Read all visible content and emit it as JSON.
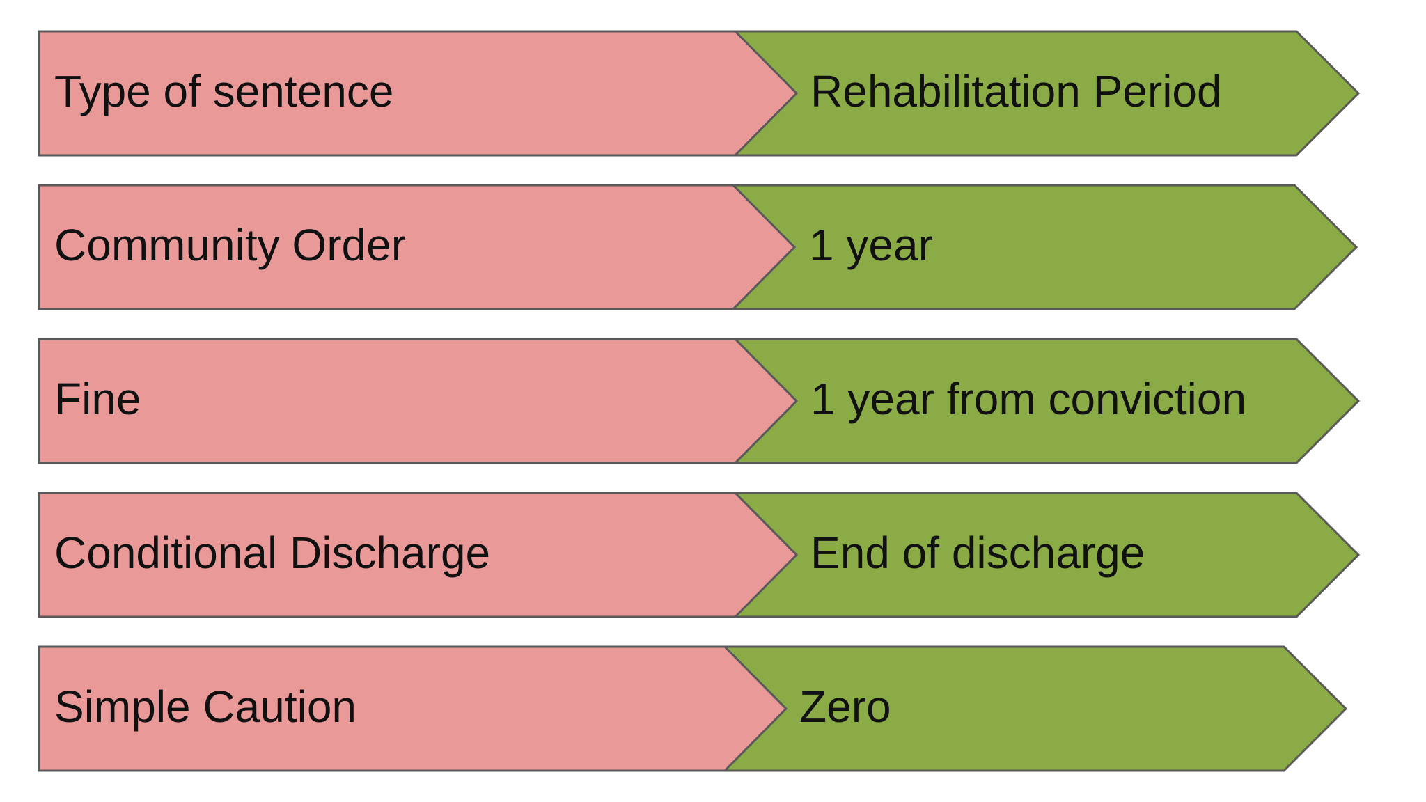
{
  "colors": {
    "left_fill": "#ea9999",
    "right_fill": "#8aab45",
    "stroke": "#595959",
    "text": "#111111",
    "background": "#ffffff"
  },
  "rows": [
    {
      "left": "Type of sentence",
      "right": "Rehabilitation Period"
    },
    {
      "left": "Community Order",
      "right": "1 year"
    },
    {
      "left": "Fine",
      "right": "1 year from conviction"
    },
    {
      "left": "Conditional Discharge",
      "right": "End of discharge"
    },
    {
      "left": "Simple Caution",
      "right": "Zero"
    }
  ]
}
